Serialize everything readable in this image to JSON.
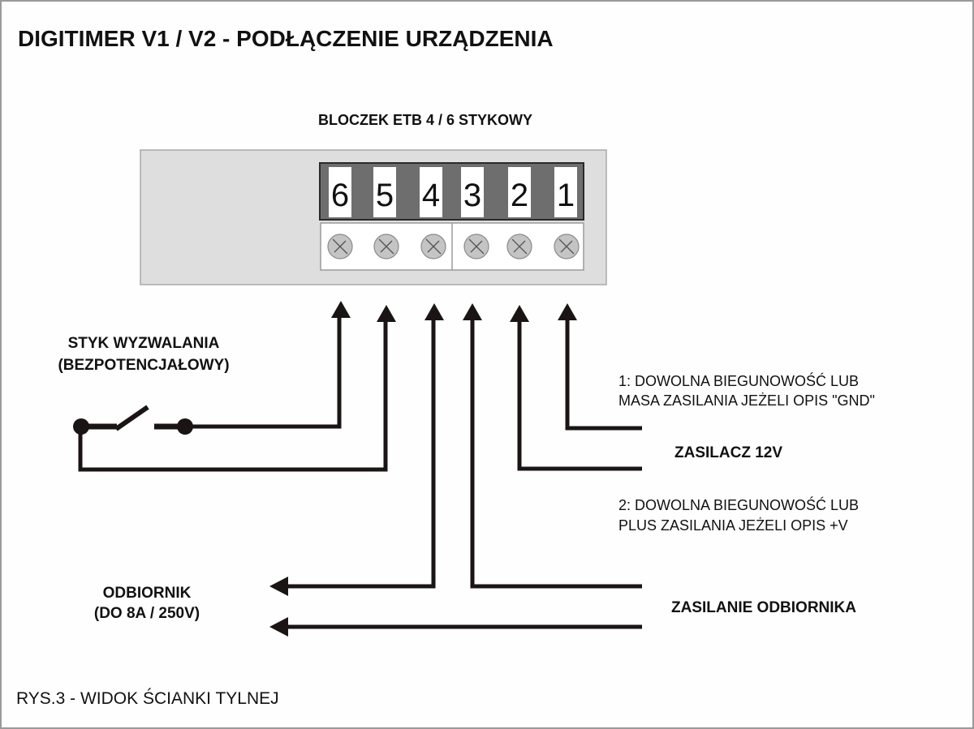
{
  "title": "DIGITIMER V1 / V2 - PODŁĄCZENIE URZĄDZENIA",
  "block": {
    "heading": "BLOCZEK ETB 4 / 6 STYKOWY",
    "terminals": [
      "6",
      "5",
      "4",
      "3",
      "2",
      "1"
    ],
    "colors": {
      "housing": "#dedede",
      "strip": "#6e6e6e",
      "label_bg": "#ffffff",
      "screw": "#c4c4c4"
    }
  },
  "labels": {
    "trigger_contact_line1": "STYK WYZWALANIA",
    "trigger_contact_line2": "(BEZPOTENCJAŁOWY)",
    "terminal1_note_line1": "1: DOWOLNA BIEGUNOWOŚĆ LUB",
    "terminal1_note_line2": "MASA ZASILANIA JEŻELI OPIS \"GND\"",
    "power_supply": "ZASILACZ 12V",
    "terminal2_note_line1": "2: DOWOLNA BIEGUNOWOŚĆ LUB",
    "terminal2_note_line2": "PLUS ZASILANIA JEŻELI OPIS +V",
    "receiver_line1": "ODBIORNIK",
    "receiver_line2": "(DO 8A / 250V)",
    "receiver_supply": "ZASILANIE ODBIORNIKA"
  },
  "caption": "RYS.3 - WIDOK ŚCIANKI TYLNEJ"
}
